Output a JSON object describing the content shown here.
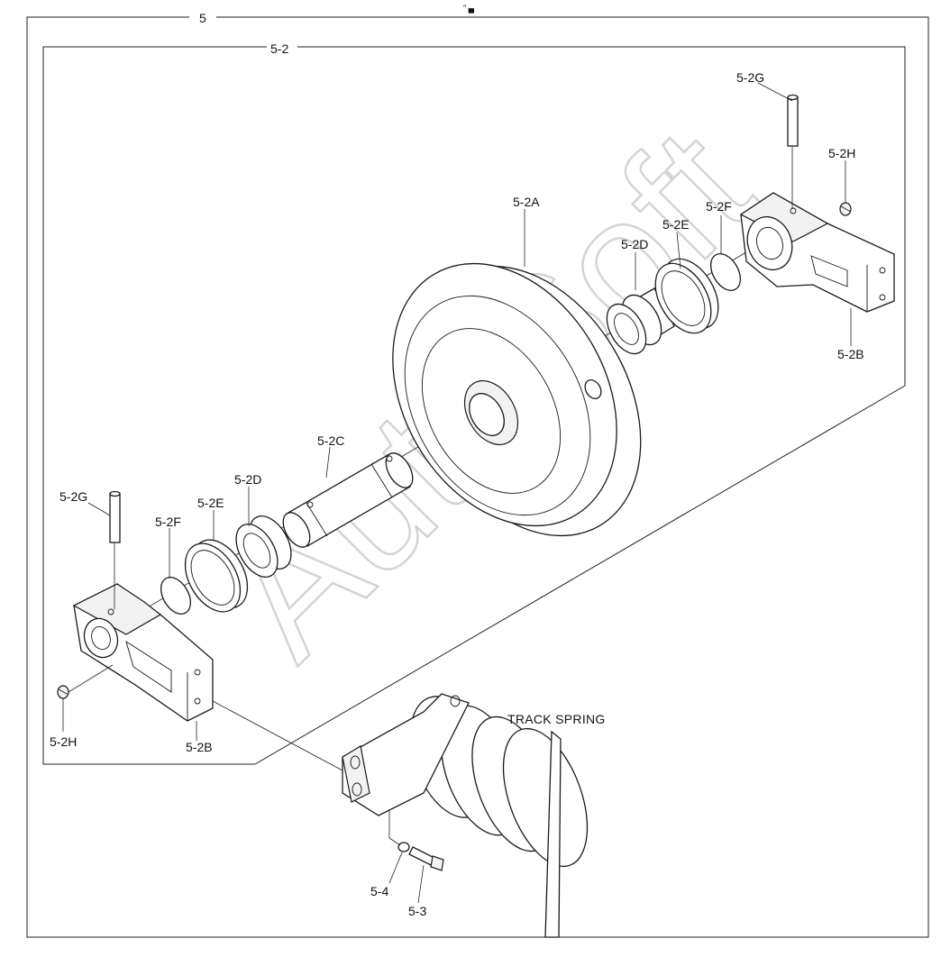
{
  "frames": {
    "outer_label": "5",
    "inner_label": "5-2"
  },
  "header_mark": "″ ▄",
  "watermark": "AutoSoft",
  "track_spring_label": "TRACK SPRING",
  "labels": {
    "g_right": "5-2G",
    "h_right": "5-2H",
    "a": "5-2A",
    "f_right": "5-2F",
    "e_right": "5-2E",
    "d_right": "5-2D",
    "b_right": "5-2B",
    "c": "5-2C",
    "d_left": "5-2D",
    "g_left": "5-2G",
    "e_left": "5-2E",
    "f_left": "5-2F",
    "h_left": "5-2H",
    "b_left": "5-2B",
    "p4": "5-4",
    "p3": "5-3"
  }
}
